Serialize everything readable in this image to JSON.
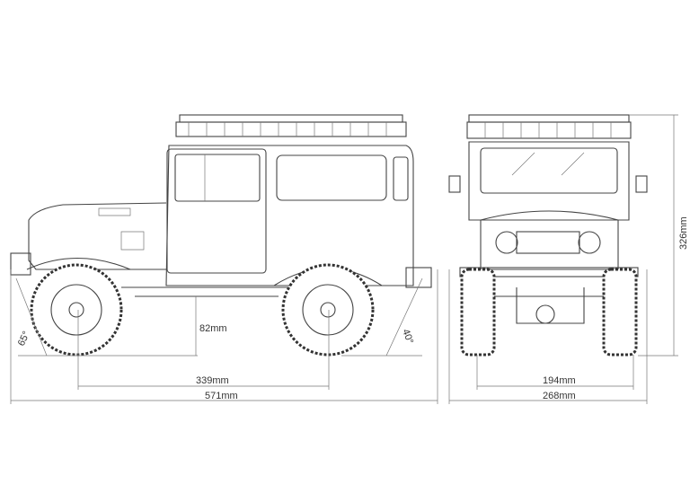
{
  "dimensions": {
    "ground_clearance": "82mm",
    "approach_angle": "65°",
    "departure_angle": "40°",
    "wheelbase": "339mm",
    "length": "571mm",
    "track_width": "194mm",
    "width": "268mm",
    "height": "326mm"
  }
}
